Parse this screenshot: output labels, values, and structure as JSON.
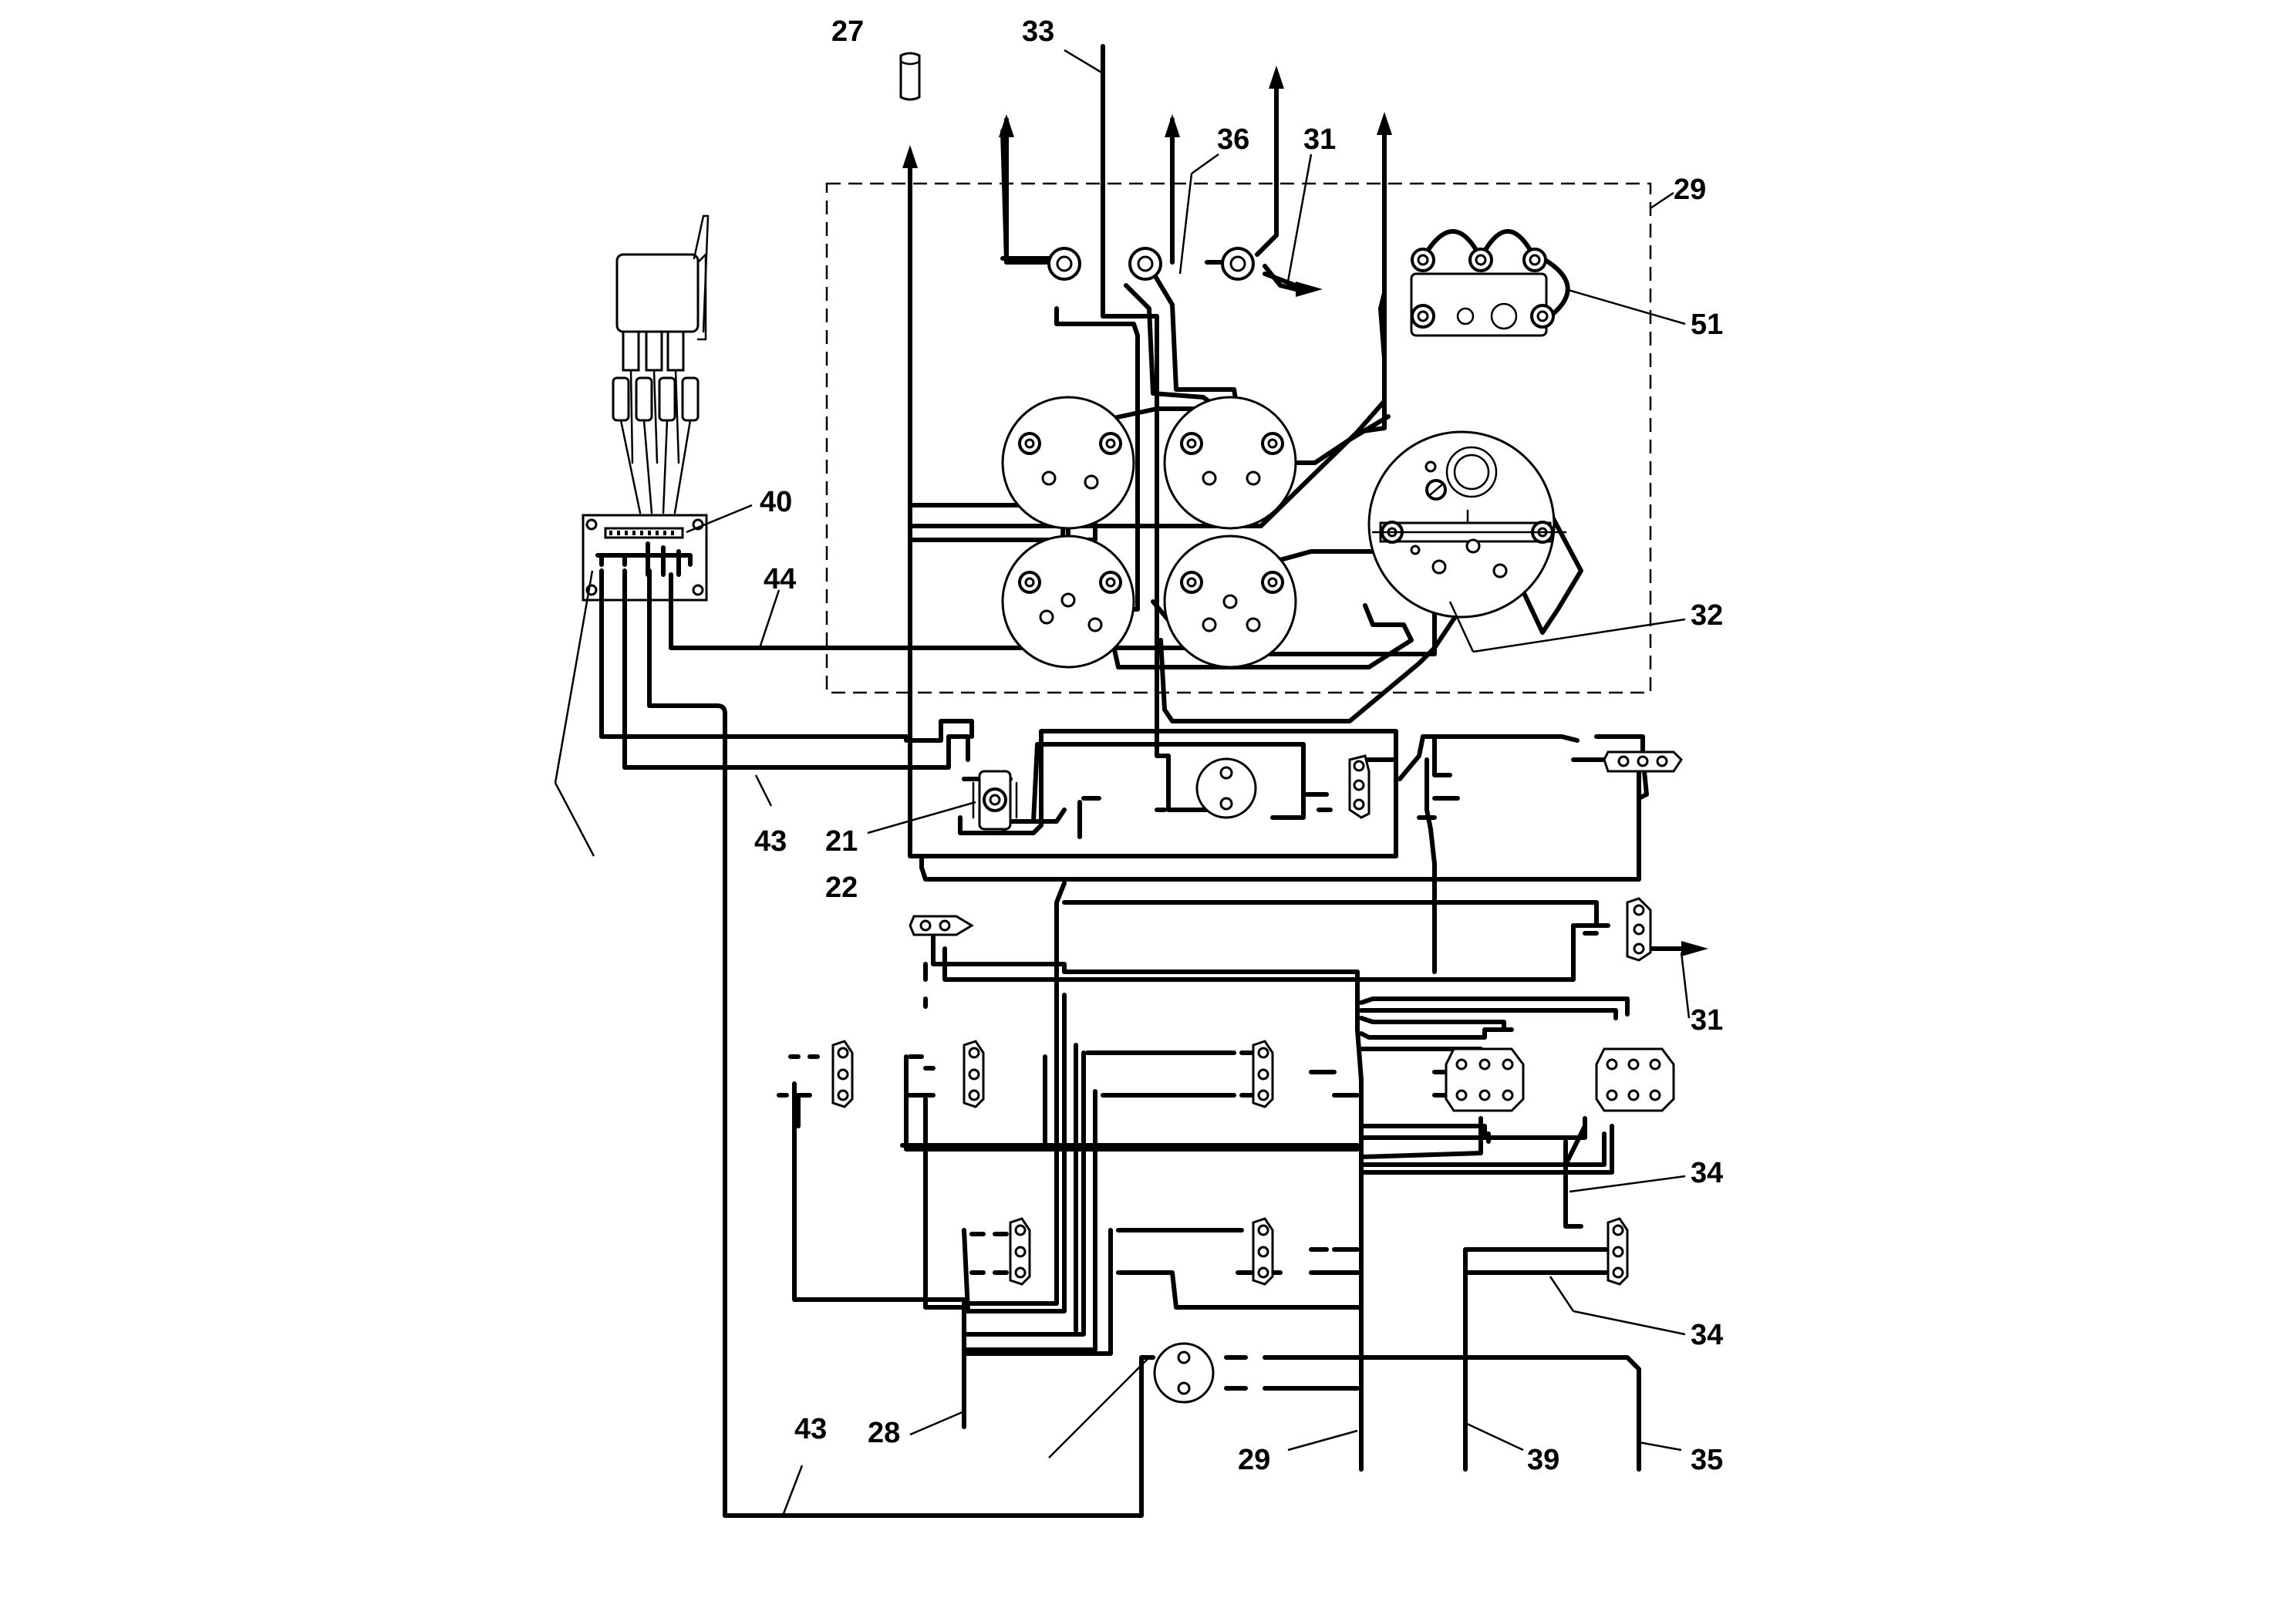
{
  "diagram": {
    "type": "wiring-schematic",
    "callouts": {
      "c27": "27",
      "c33": "33",
      "c36": "36",
      "c31_top": "31",
      "c29_top": "29",
      "c51": "51",
      "c40": "40",
      "c44": "44",
      "c32": "32",
      "c43_mid": "43",
      "c21": "21",
      "c22": "22",
      "c31_right": "31",
      "c34_upper": "34",
      "c34_lower": "34",
      "c43_bottom": "43",
      "c28": "28",
      "c29_bottom": "29",
      "c39": "39",
      "c35": "35"
    }
  }
}
